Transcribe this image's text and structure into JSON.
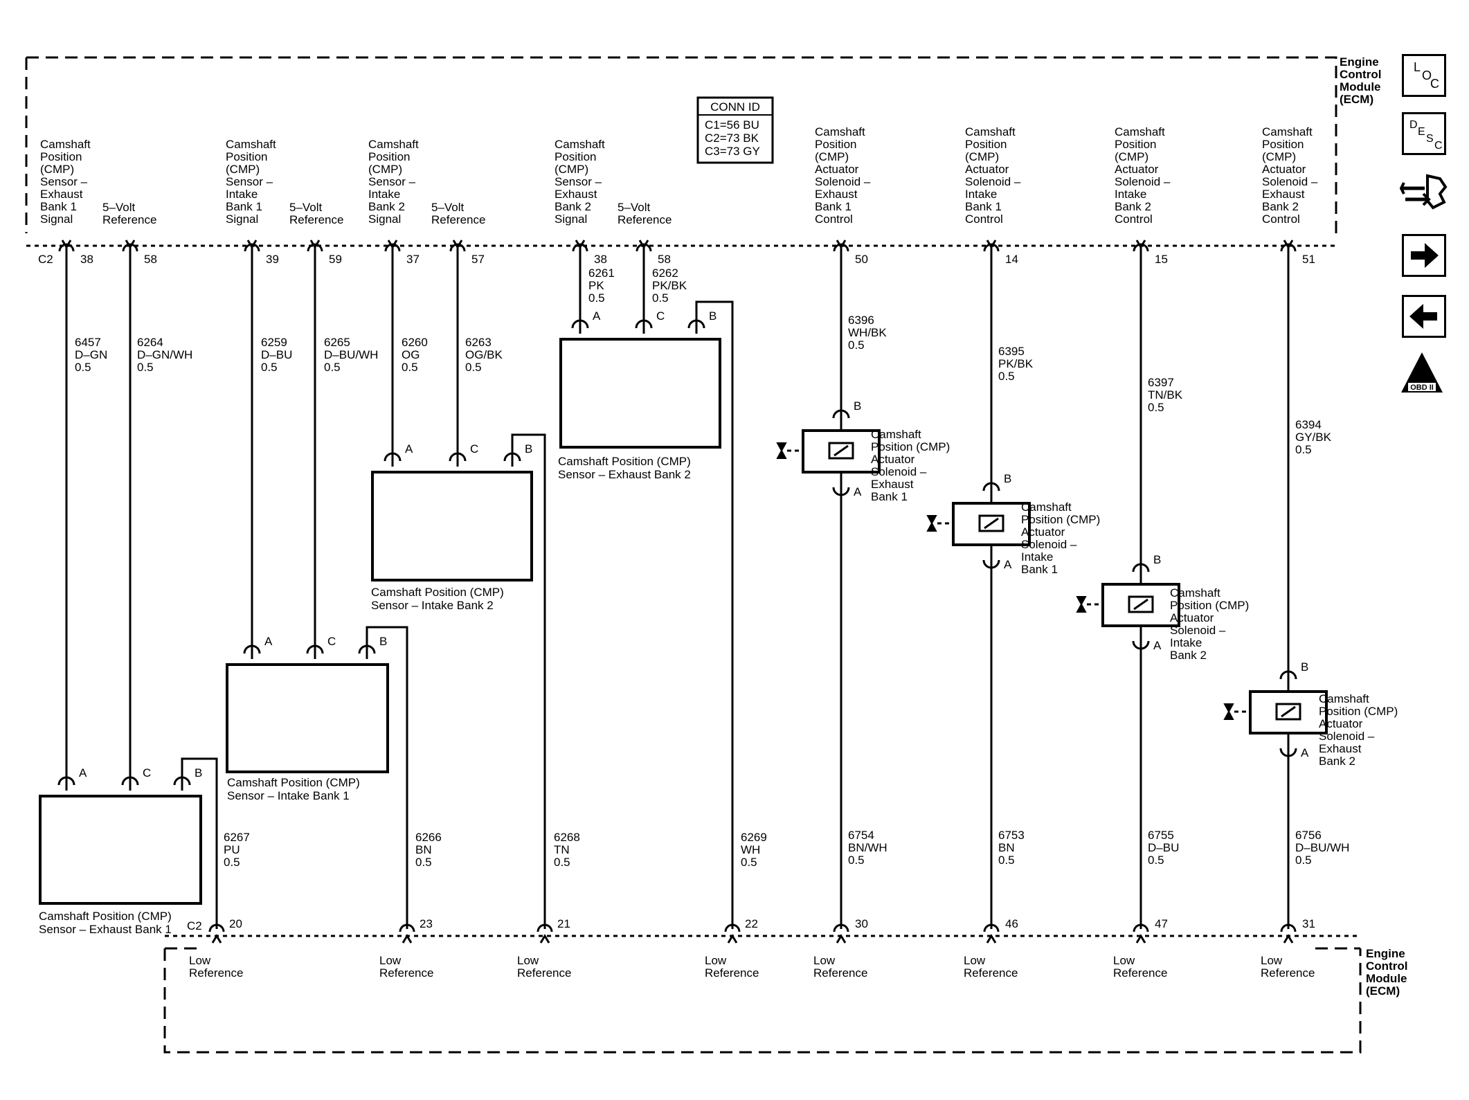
{
  "ecm": {
    "title_lines": [
      "Engine",
      "Control",
      "Module",
      "(ECM)"
    ],
    "connector_c2": "C2"
  },
  "conn_id": {
    "title": "CONN ID",
    "lines": [
      "C1=56 BU",
      "C2=73 BK",
      "C3=73 GY"
    ]
  },
  "sensors": [
    {
      "name_lines": [
        "Camshaft Position (CMP)",
        "Sensor – Exhaust Bank 1"
      ],
      "sig_label": [
        "Camshaft",
        "Position",
        "(CMP)",
        "Sensor –",
        "Exhaust",
        "Bank 1",
        "Signal"
      ],
      "ref_label": [
        "5–Volt",
        "Reference"
      ],
      "sig_pin": "38",
      "ref_pin": "58",
      "low_pin": "20",
      "sig_wire": [
        "6457",
        "D–GN",
        "0.5"
      ],
      "ref_wire": [
        "6264",
        "D–GN/WH",
        "0.5"
      ],
      "low_wire": [
        "6267",
        "PU",
        "0.5"
      ],
      "terminals": [
        "A",
        "C",
        "B"
      ]
    },
    {
      "name_lines": [
        "Camshaft Position (CMP)",
        "Sensor – Intake Bank 1"
      ],
      "sig_label": [
        "Camshaft",
        "Position",
        "(CMP)",
        "Sensor –",
        "Intake",
        "Bank 1",
        "Signal"
      ],
      "ref_label": [
        "5–Volt",
        "Reference"
      ],
      "sig_pin": "39",
      "ref_pin": "59",
      "low_pin": "23",
      "sig_wire": [
        "6259",
        "D–BU",
        "0.5"
      ],
      "ref_wire": [
        "6265",
        "D–BU/WH",
        "0.5"
      ],
      "low_wire": [
        "6266",
        "BN",
        "0.5"
      ],
      "terminals": [
        "A",
        "C",
        "B"
      ]
    },
    {
      "name_lines": [
        "Camshaft Position (CMP)",
        "Sensor – Intake Bank 2"
      ],
      "sig_label": [
        "Camshaft",
        "Position",
        "(CMP)",
        "Sensor –",
        "Intake",
        "Bank 2",
        "Signal"
      ],
      "ref_label": [
        "5–Volt",
        "Reference"
      ],
      "sig_pin": "37",
      "ref_pin": "57",
      "low_pin": "21",
      "sig_wire": [
        "6260",
        "OG",
        "0.5"
      ],
      "ref_wire": [
        "6263",
        "OG/BK",
        "0.5"
      ],
      "low_wire": [
        "6268",
        "TN",
        "0.5"
      ],
      "terminals": [
        "A",
        "C",
        "B"
      ]
    },
    {
      "name_lines": [
        "Camshaft Position (CMP)",
        "Sensor – Exhaust Bank 2"
      ],
      "sig_label": [
        "Camshaft",
        "Position",
        "(CMP)",
        "Sensor –",
        "Exhaust",
        "Bank 2",
        "Signal"
      ],
      "ref_label": [
        "5–Volt",
        "Reference"
      ],
      "sig_pin": "38",
      "ref_pin": "58",
      "low_pin": "22",
      "sig_wire": [
        "6261",
        "PK",
        "0.5"
      ],
      "ref_wire": [
        "6262",
        "PK/BK",
        "0.5"
      ],
      "low_wire": [
        "6269",
        "WH",
        "0.5"
      ],
      "terminals": [
        "A",
        "C",
        "B"
      ]
    }
  ],
  "solenoids": [
    {
      "ctrl_label": [
        "Camshaft",
        "Position",
        "(CMP)",
        "Actuator",
        "Solenoid –",
        "Exhaust",
        "Bank 1",
        "Control"
      ],
      "name_lines": [
        "Camshaft",
        "Position (CMP)",
        "Actuator",
        "Solenoid –",
        "Exhaust",
        "Bank 1"
      ],
      "ctrl_pin": "50",
      "low_pin": "30",
      "ctrl_wire": [
        "6396",
        "WH/BK",
        "0.5"
      ],
      "low_wire": [
        "6754",
        "BN/WH",
        "0.5"
      ],
      "terminals": [
        "B",
        "A"
      ]
    },
    {
      "ctrl_label": [
        "Camshaft",
        "Position",
        "(CMP)",
        "Actuator",
        "Solenoid –",
        "Intake",
        "Bank 1",
        "Control"
      ],
      "name_lines": [
        "Camshaft",
        "Position (CMP)",
        "Actuator",
        "Solenoid –",
        "Intake",
        "Bank 1"
      ],
      "ctrl_pin": "14",
      "low_pin": "46",
      "ctrl_wire": [
        "6395",
        "PK/BK",
        "0.5"
      ],
      "low_wire": [
        "6753",
        "BN",
        "0.5"
      ],
      "terminals": [
        "B",
        "A"
      ]
    },
    {
      "ctrl_label": [
        "Camshaft",
        "Position",
        "(CMP)",
        "Actuator",
        "Solenoid –",
        "Intake",
        "Bank 2",
        "Control"
      ],
      "name_lines": [
        "Camshaft",
        "Position (CMP)",
        "Actuator",
        "Solenoid –",
        "Intake",
        "Bank 2"
      ],
      "ctrl_pin": "15",
      "low_pin": "47",
      "ctrl_wire": [
        "6397",
        "TN/BK",
        "0.5"
      ],
      "low_wire": [
        "6755",
        "D–BU",
        "0.5"
      ],
      "terminals": [
        "B",
        "A"
      ]
    },
    {
      "ctrl_label": [
        "Camshaft",
        "Position",
        "(CMP)",
        "Actuator",
        "Solenoid –",
        "Exhaust",
        "Bank 2",
        "Control"
      ],
      "name_lines": [
        "Camshaft",
        "Position (CMP)",
        "Actuator",
        "Solenoid –",
        "Exhaust",
        "Bank 2"
      ],
      "ctrl_pin": "51",
      "low_pin": "31",
      "ctrl_wire": [
        "6394",
        "GY/BK",
        "0.5"
      ],
      "low_wire": [
        "6756",
        "D–BU/WH",
        "0.5"
      ],
      "terminals": [
        "B",
        "A"
      ]
    }
  ],
  "low_ref_label": [
    "Low",
    "Reference"
  ],
  "nav": {
    "loc_letters": [
      "L",
      "O",
      "C"
    ],
    "desc_letters": [
      "D",
      "E",
      "S",
      "C"
    ],
    "obd_label": "OBD II",
    "obd_numeral": "II"
  },
  "icons": [
    "loc-icon",
    "desc-icon",
    "connector-icon",
    "next-arrow-icon",
    "back-arrow-icon",
    "obd-ii-icon"
  ]
}
